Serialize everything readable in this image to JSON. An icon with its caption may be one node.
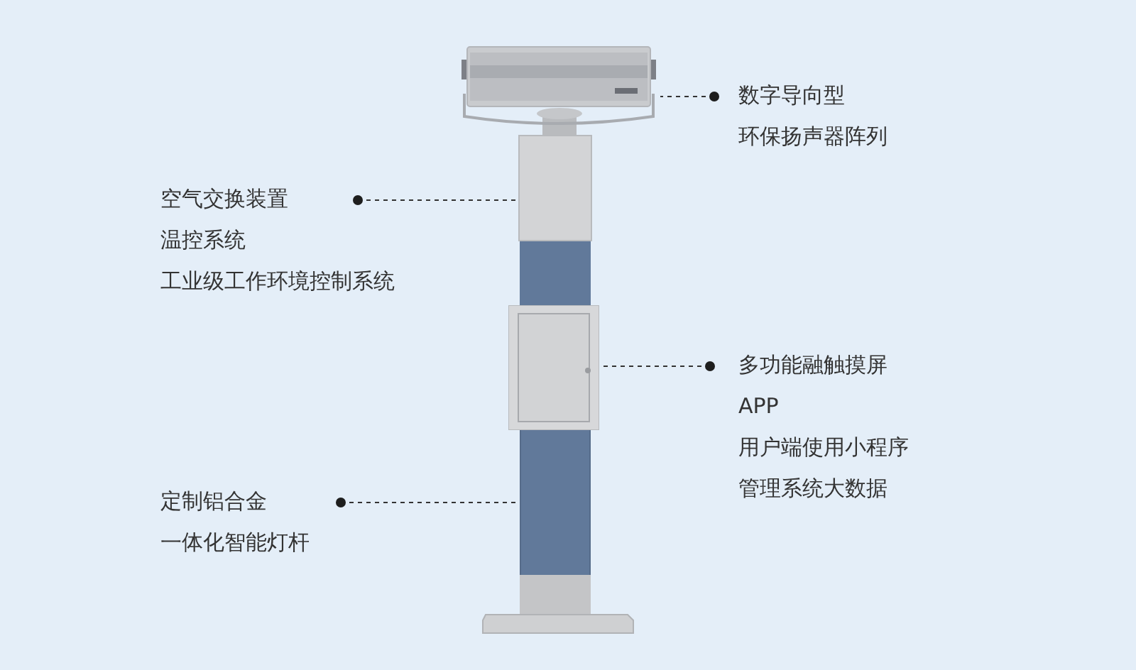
{
  "diagram": {
    "nodes": [
      {
        "text": [
          "数字导向型",
          "环保扬声器阵列"
        ]
      },
      {
        "text": [
          "空气交换装置",
          "温控系统",
          "工业级工作环境控制系统"
        ]
      },
      {
        "text": [
          "多功能融触摸屏",
          "APP",
          "用户端使用小程序",
          "管理系统大数据"
        ]
      },
      {
        "text": [
          "定制铝合金",
          "一体化智能灯杆"
        ]
      },
      {
        "text": [],
        "shape": "picture"
      },
      {
        "text": [],
        "shape": "box"
      },
      {
        "text": [],
        "shape": "box"
      },
      {
        "text": [],
        "shape": "box"
      }
    ],
    "edges": [
      {
        "from": 0,
        "to": 4,
        "arrow": "other",
        "style": "dashed"
      },
      {
        "from": 1,
        "to": 5,
        "arrow": "other",
        "style": "dashed"
      },
      {
        "from": 2,
        "to": 6,
        "arrow": "other",
        "style": "dashed"
      },
      {
        "from": 3,
        "to": 7,
        "arrow": "other",
        "style": "dashed"
      }
    ]
  }
}
